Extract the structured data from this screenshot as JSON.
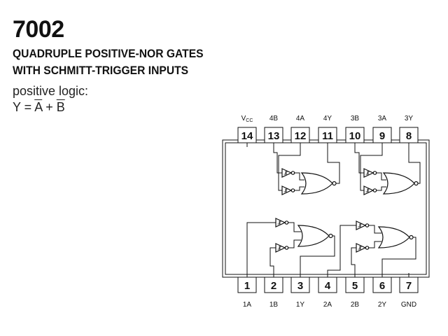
{
  "header": {
    "part_number": "7002",
    "title_line1": "QUADRUPLE POSITIVE-NOR GATES",
    "title_line2": "WITH SCHMITT-TRIGGER INPUTS",
    "logic_label": "positive logic:",
    "equation": {
      "lhs": "Y = ",
      "a": "A",
      "plus": " + ",
      "b": "B"
    }
  },
  "pins": {
    "top": [
      {
        "num": "14",
        "name": "V",
        "name_sub": "CC"
      },
      {
        "num": "13",
        "name": "4B",
        "name_sub": ""
      },
      {
        "num": "12",
        "name": "4A",
        "name_sub": ""
      },
      {
        "num": "11",
        "name": "4Y",
        "name_sub": ""
      },
      {
        "num": "10",
        "name": "3B",
        "name_sub": ""
      },
      {
        "num": "9",
        "name": "3A",
        "name_sub": ""
      },
      {
        "num": "8",
        "name": "3Y",
        "name_sub": ""
      }
    ],
    "bottom": [
      {
        "num": "1",
        "name": "1A"
      },
      {
        "num": "2",
        "name": "1B"
      },
      {
        "num": "3",
        "name": "1Y"
      },
      {
        "num": "4",
        "name": "2A"
      },
      {
        "num": "5",
        "name": "2B"
      },
      {
        "num": "6",
        "name": "2Y"
      },
      {
        "num": "7",
        "name": "GND"
      }
    ]
  },
  "colors": {
    "ink": "#111111",
    "background": "#ffffff"
  }
}
